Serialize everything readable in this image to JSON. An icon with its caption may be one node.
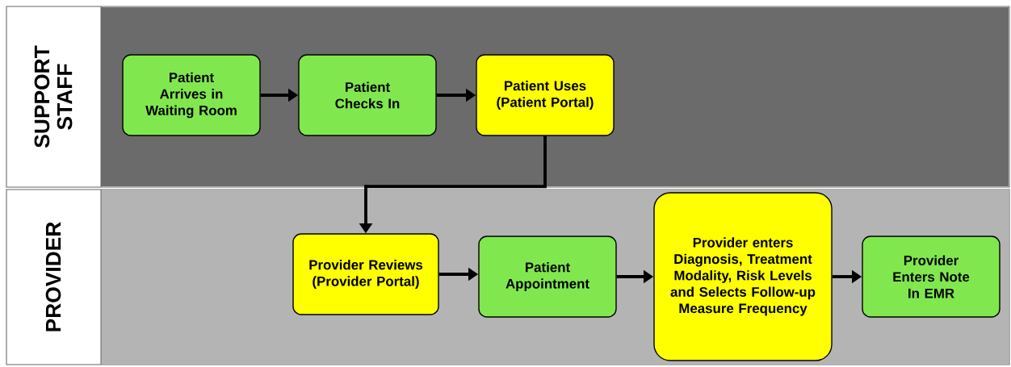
{
  "diagram": {
    "nodes": [
      {
        "text": [
          "SUPPORT STAFF"
        ]
      },
      {
        "text": [
          "Patient Arrives in Waiting Room"
        ],
        "in": 0
      },
      {
        "text": [
          "Patient Checks In"
        ],
        "in": 0
      },
      {
        "text": [
          "Patient Uses (Patient Portal)"
        ],
        "in": 0
      },
      {
        "text": [
          "PROVIDER"
        ]
      },
      {
        "text": [
          "Provider Reviews (Provider Portal)"
        ],
        "in": 4
      },
      {
        "text": [
          "Patient Appointment"
        ],
        "in": 4
      },
      {
        "text": [
          "Provider enters Diagnosis, Treatment Modality, Risk Levels and Selects Follow-up Measure Frequency"
        ],
        "in": 4
      },
      {
        "text": [
          "Provider Enters Note In EMR"
        ],
        "in": 4
      }
    ],
    "edges": [
      {
        "from": 1,
        "to": 2,
        "arrow": "to"
      },
      {
        "from": 2,
        "to": 3,
        "arrow": "to"
      },
      {
        "from": 3,
        "to": 5,
        "arrow": "to"
      },
      {
        "from": 5,
        "to": 6,
        "arrow": "to"
      },
      {
        "from": 6,
        "to": 7,
        "arrow": "to"
      },
      {
        "from": 7,
        "to": 8,
        "arrow": "to"
      }
    ]
  }
}
